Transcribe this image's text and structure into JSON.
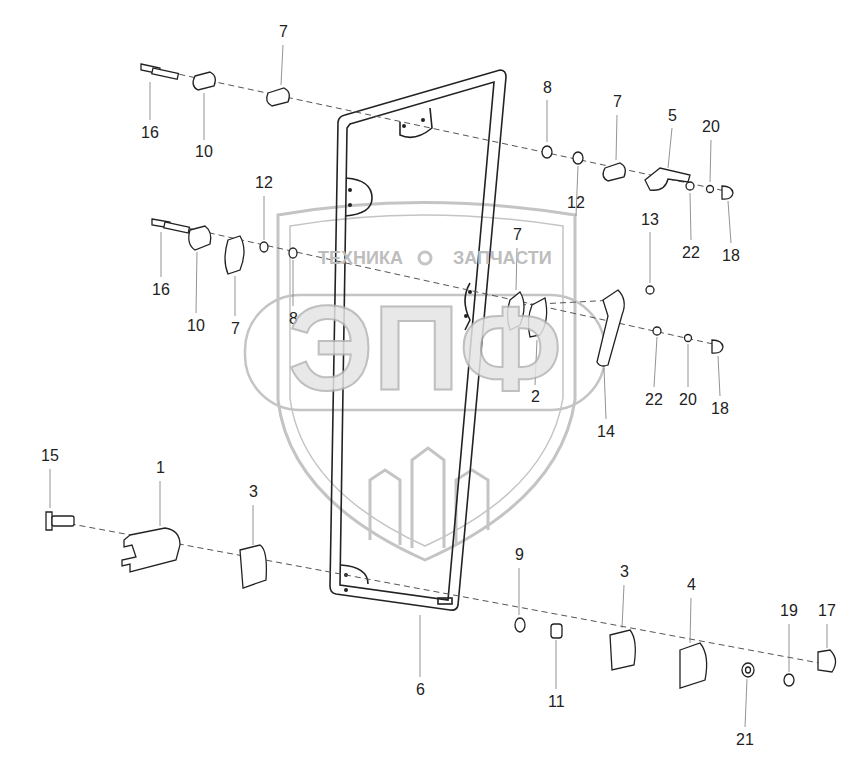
{
  "diagram": {
    "labels": [
      "7",
      "16",
      "10",
      "8",
      "7",
      "5",
      "20",
      "12",
      "13",
      "7",
      "12",
      "22",
      "18",
      "ТЕХНИКА",
      "ЗАПЧАСТИ",
      "16",
      "10",
      "7",
      "8",
      "ЭПФ",
      "2",
      "22",
      "20",
      "18",
      "14",
      "15",
      "1",
      "3",
      "9",
      "3",
      "4",
      "19",
      "17",
      "6",
      "11",
      "21"
    ]
  }
}
